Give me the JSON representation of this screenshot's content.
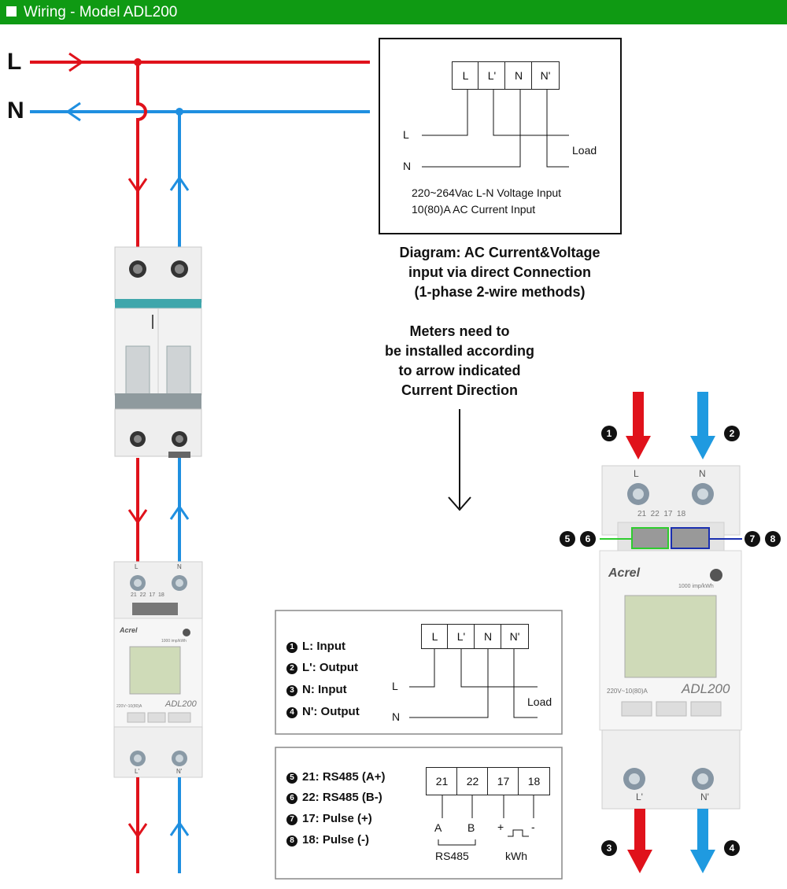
{
  "header": {
    "title": "Wiring - Model ADL200"
  },
  "lines": {
    "l": "L",
    "n": "N"
  },
  "top_diagram": {
    "terminals": [
      "L",
      "L'",
      "N",
      "N'"
    ],
    "l": "L",
    "n": "N",
    "load": "Load",
    "line1": "220~264Vac L-N Voltage Input",
    "line2": "10(80)A AC Current Input"
  },
  "caption": {
    "line1": "Diagram: AC Current&Voltage",
    "line2": "input via direct Connection",
    "line3": "(1-phase 2-wire methods)"
  },
  "note": {
    "line1": "Meters need to",
    "line2": "be installed according",
    "line3": "to arrow indicated",
    "line4": "Current Direction"
  },
  "legend_power": {
    "items": [
      {
        "num": "1",
        "text": "L: Input"
      },
      {
        "num": "2",
        "text": "L': Output"
      },
      {
        "num": "3",
        "text": "N: Input"
      },
      {
        "num": "4",
        "text": "N': Output"
      }
    ],
    "terminals": [
      "L",
      "L'",
      "N",
      "N'"
    ],
    "l": "L",
    "n": "N",
    "load": "Load"
  },
  "legend_comm": {
    "items": [
      {
        "num": "5",
        "text": "21: RS485 (A+)"
      },
      {
        "num": "6",
        "text": "22: RS485 (B-)"
      },
      {
        "num": "7",
        "text": "17: Pulse (+)"
      },
      {
        "num": "8",
        "text": "18: Pulse (-)"
      }
    ],
    "terminals": [
      "21",
      "22",
      "17",
      "18"
    ],
    "a": "A",
    "b": "B",
    "plus": "+",
    "minus": "-",
    "rs485": "RS485",
    "kwh": "kWh"
  },
  "meter": {
    "brand": "Acrel",
    "model": "ADL200",
    "rating": "220V~10(80)A",
    "impulse": "1000 imp/kWh",
    "top_l": "L",
    "top_n": "N",
    "top_nums": "21  22  17  18",
    "bottom_l": "L'",
    "bottom_n": "N'"
  },
  "markers": [
    "1",
    "2",
    "3",
    "4",
    "5",
    "6",
    "7",
    "8"
  ],
  "colors": {
    "header": "#0f9a13",
    "live": "#e0121b",
    "neutral": "#1f8fe0",
    "rs485_box": "#2ecc2e",
    "pulse_box": "#1a2fb0"
  }
}
